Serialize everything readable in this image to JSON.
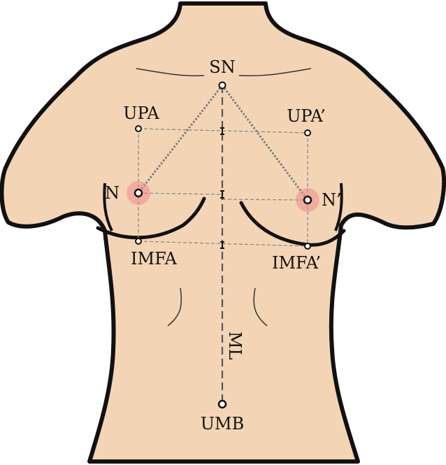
{
  "labels": {
    "sn": "SN",
    "upa": "UPA",
    "upa_prime": "UPA’",
    "n": "N",
    "n_prime": "N’",
    "imfa": "IMFA",
    "imfa_prime": "IMFA’",
    "ml": "ML",
    "umb": "UMB"
  },
  "colors": {
    "skin": "#f3d5b5",
    "outline": "#111111",
    "nipple_areola": "#f08a8a",
    "reference_line": "#8a8a8a",
    "midline": "#555555",
    "point_fill": "#ffffff"
  }
}
